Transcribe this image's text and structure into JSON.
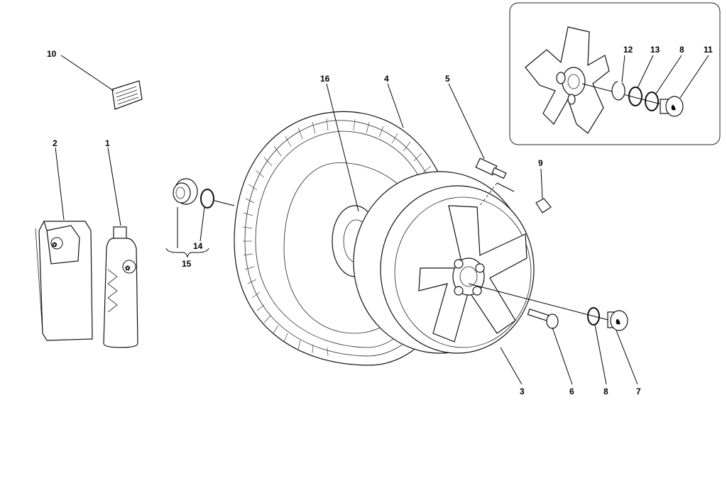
{
  "callouts": {
    "c1": "1",
    "c2": "2",
    "c3": "3",
    "c4": "4",
    "c5": "5",
    "c6": "6",
    "c7": "7",
    "c8a": "8",
    "c8b": "8",
    "c9": "9",
    "c10": "10",
    "c11": "11",
    "c12": "12",
    "c13": "13",
    "c14": "14",
    "c15": "15",
    "c16": "16"
  },
  "parts": {
    "p1": "bottle",
    "p2": "pouch",
    "p3": "wheel-rim",
    "p4": "tyre",
    "p5": "valve",
    "p6": "bolt",
    "p7": "hub-cap",
    "p8": "o-ring",
    "p9": "weight",
    "p10": "label-card",
    "p11": "hub-cap",
    "p12": "snap-ring",
    "p13": "o-ring",
    "p14": "o-ring",
    "p15": "kit-group",
    "p16": "centering-ring"
  }
}
